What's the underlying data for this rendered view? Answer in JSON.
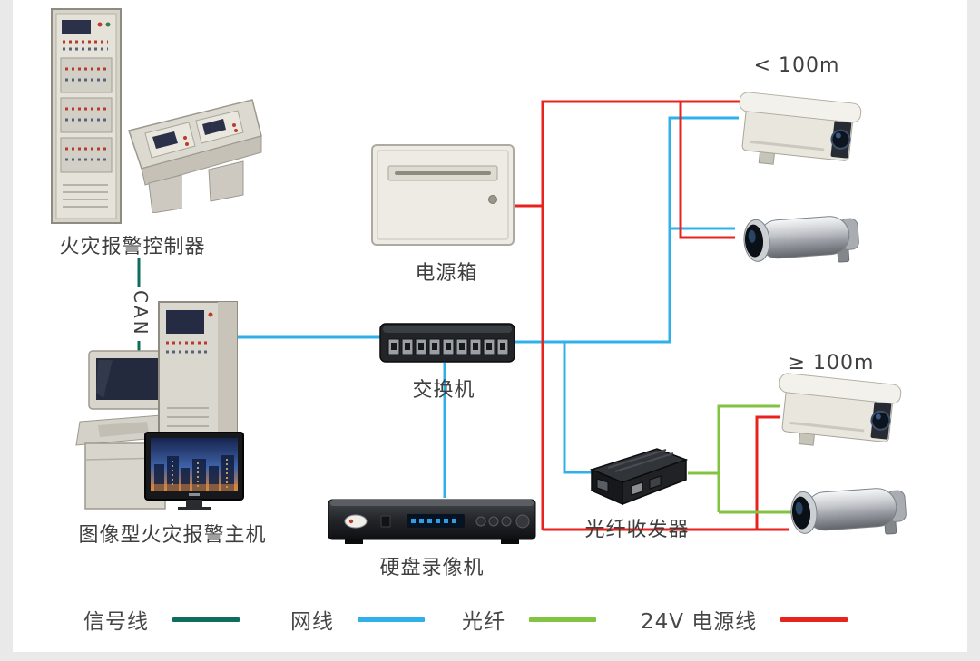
{
  "colors": {
    "signal": "#0e6e5e",
    "network": "#2fb0e8",
    "fiber": "#82c341",
    "power": "#e8221c",
    "label_text": "#3f3f3f",
    "frame": "#e9e9e9"
  },
  "devices": {
    "fire_alarm_controller": {
      "label": "火灾报警控制器"
    },
    "can_link": {
      "label": "CAN"
    },
    "image_fire_alarm_host": {
      "label": "图像型火灾报警主机"
    },
    "power_box": {
      "label": "电源箱"
    },
    "switch": {
      "label": "交换机"
    },
    "dvr": {
      "label": "硬盘录像机"
    },
    "fiber_transceiver": {
      "label": "光纤收发器"
    },
    "camera_near": {
      "distance_label": "< 100m"
    },
    "camera_far": {
      "distance_label": "≥ 100m"
    }
  },
  "legend": {
    "items": [
      {
        "label": "信号线",
        "color_key": "signal"
      },
      {
        "label": "网线",
        "color_key": "network"
      },
      {
        "label": "光纤",
        "color_key": "fiber"
      },
      {
        "label": "24V 电源线",
        "color_key": "power"
      }
    ]
  }
}
